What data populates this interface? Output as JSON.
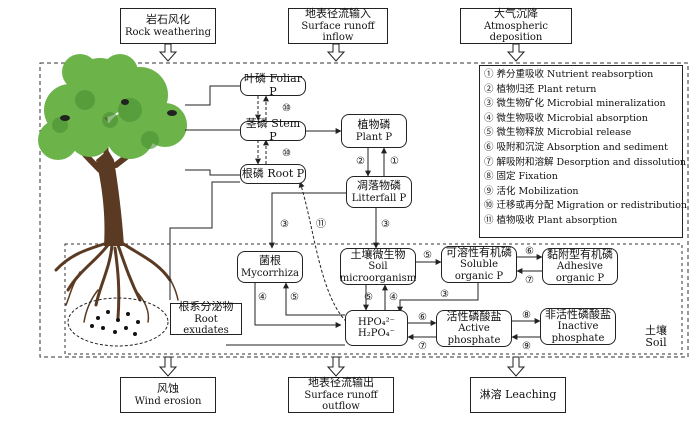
{
  "top_inputs": [
    {
      "cn": "岩石风化",
      "en": "Rock weathering"
    },
    {
      "cn": "地表径流输入",
      "en": "Surface runoff inflow"
    },
    {
      "cn": "大气沉降",
      "en": "Atmospheric deposition"
    }
  ],
  "bottom_outputs": [
    {
      "cn": "风蚀",
      "en": "Wind erosion"
    },
    {
      "cn": "地表径流输出",
      "en": "Surface runoff outflow"
    },
    {
      "cn": "淋溶 Leaching",
      "en": ""
    }
  ],
  "plant_boxes": {
    "foliar": "叶磷 Foliar P",
    "stem": "茎磷 Stem P",
    "root": "根磷 Root P",
    "plant_cn": "植物磷",
    "plant_en": "Plant P",
    "litter_cn": "凋落物磷",
    "litter_en": "Litterfall P"
  },
  "soil_boxes": {
    "myco_cn": "菌根",
    "myco_en": "Mycorrhiza",
    "micro_cn": "土壤微生物",
    "micro_en1": "Soil",
    "micro_en2": "microorganism",
    "sop_cn": "可溶性有机磷",
    "sop_en1": "Soluble",
    "sop_en2": "organic P",
    "aop_cn": "黏附型有机磷",
    "aop_en1": "Adhesive",
    "aop_en2": "organic P",
    "hpo_1": "HPO₄²⁻",
    "hpo_2": "H₂PO₄⁻",
    "ap_cn": "活性磷酸盐",
    "ap_en1": "Active",
    "ap_en2": "phosphate",
    "ip_cn": "非活性磷酸盐",
    "ip_en1": "Inactive",
    "ip_en2": "phosphate",
    "exu_cn": "根系分泌物",
    "exu_en": "Root exudates"
  },
  "soil_label": {
    "cn": "土壤",
    "en": "Soil"
  },
  "legend": [
    "① 养分重吸收 Nutrient reabsorption",
    "② 植物归还 Plant return",
    "③ 微生物矿化 Microbial mineralization",
    "④ 微生物吸收 Microbial absorption",
    "⑤ 微生物释放 Microbial release",
    "⑥ 吸附和沉淀 Absorption and sediment",
    "⑦ 解吸附和溶解 Desorption and dissolution",
    "⑧ 固定 Fixation",
    "⑨ 活化 Mobilization",
    "⑩ 迁移或再分配 Migration or redistribution",
    "⑪ 植物吸收 Plant absorption"
  ],
  "numbers": {
    "n1": "①",
    "n2": "②",
    "n3": "③",
    "n4": "④",
    "n5": "⑤",
    "n6": "⑥",
    "n7": "⑦",
    "n8": "⑧",
    "n9": "⑨",
    "n10": "⑩",
    "n11": "⑪"
  },
  "colors": {
    "line": "#222222",
    "trunk": "#5a3a22",
    "canopy": "#6cb34a",
    "canopy_dark": "#4a8f34"
  }
}
